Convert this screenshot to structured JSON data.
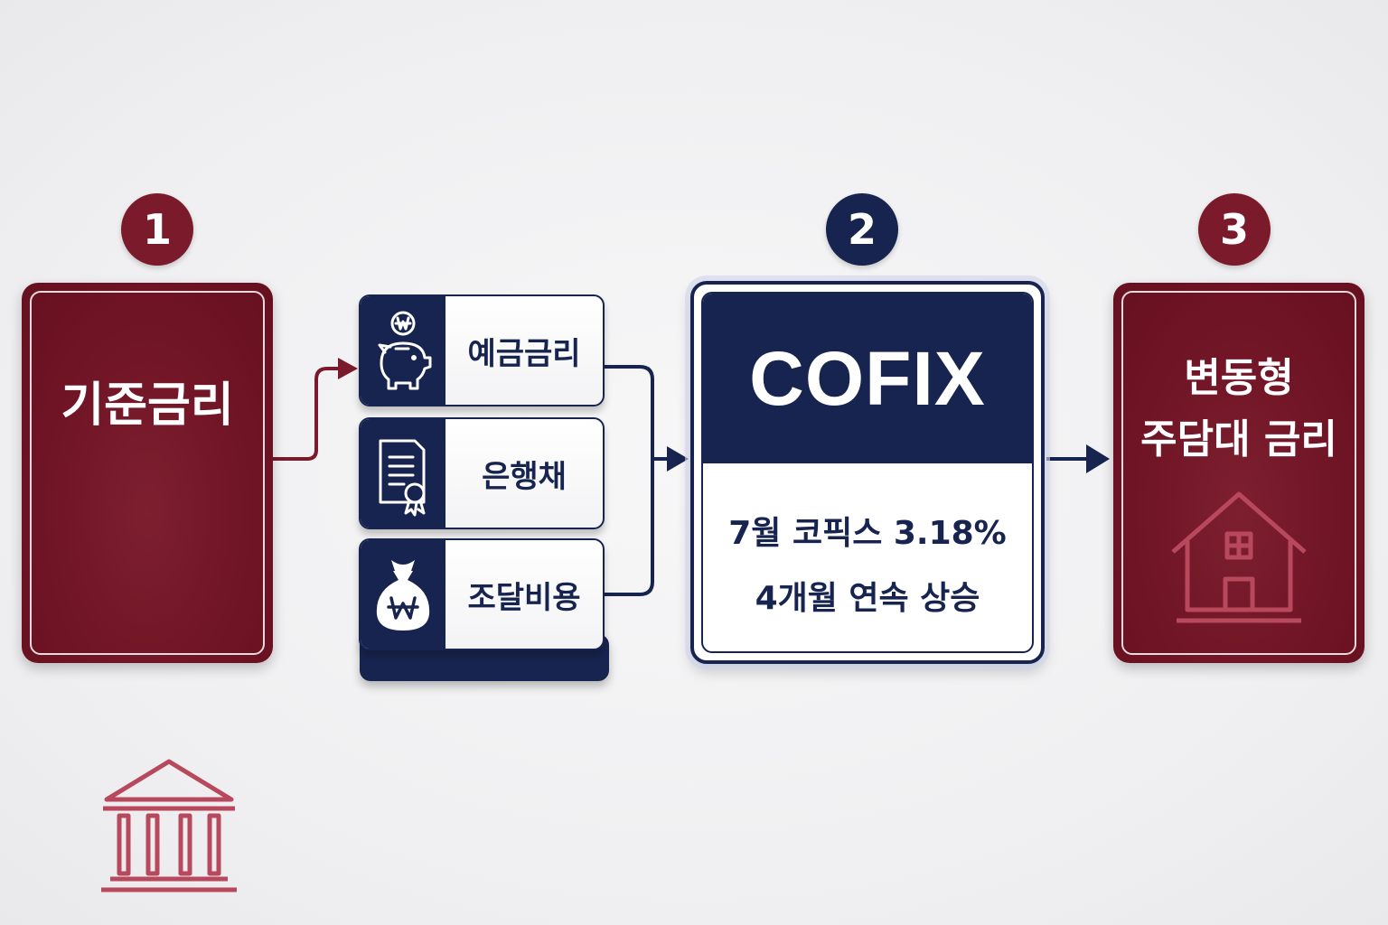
{
  "steps": {
    "step1": {
      "number": "1",
      "title": "기준금리",
      "icon": "bank-icon"
    },
    "sources": [
      {
        "label": "예금금리",
        "icon": "piggy-bank-won-icon"
      },
      {
        "label": "은행채",
        "icon": "certificate-document-icon"
      },
      {
        "label": "조달비용",
        "icon": "money-bag-won-icon"
      }
    ],
    "step2": {
      "number": "2",
      "title": "COFIX",
      "line1": "7월 코픽스 3.18%",
      "line2": "4개월 연속 상승"
    },
    "step3": {
      "number": "3",
      "title_line1": "변동형",
      "title_line2": "주담대 금리",
      "icon": "house-icon"
    }
  },
  "colors": {
    "red": "#7a1a2b",
    "navy": "#17244f",
    "background": "#efeff1"
  }
}
